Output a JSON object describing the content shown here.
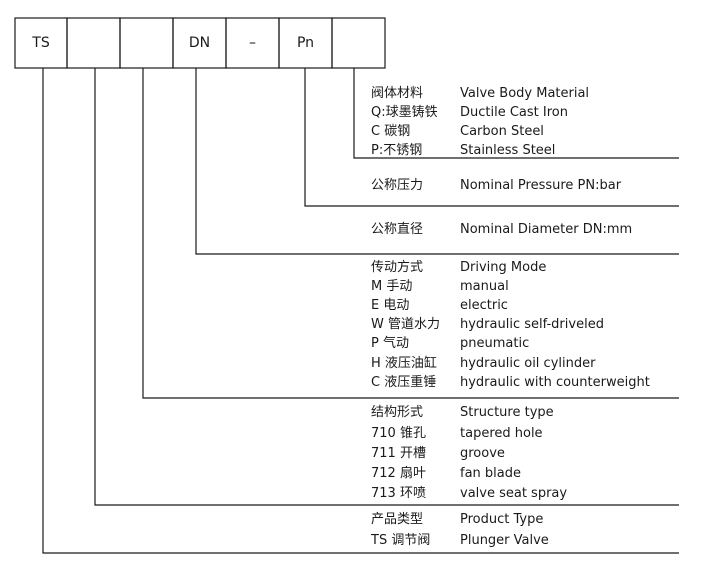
{
  "code_boxes": [
    "TS",
    "",
    "",
    "DN",
    "–",
    "Pn",
    ""
  ],
  "groups": [
    {
      "id": "material",
      "rows": [
        {
          "cn": "阀体材料",
          "en": "Valve Body Material"
        },
        {
          "cn": "Q:球墨铸铁",
          "en": "Ductile Cast Iron"
        },
        {
          "cn": "C 碳钢",
          "en": "Carbon Steel"
        },
        {
          "cn": "P:不锈钢",
          "en": "Stainless Steel"
        }
      ]
    },
    {
      "id": "pressure",
      "rows": [
        {
          "cn": "公称压力",
          "en": "Nominal Pressure PN:bar"
        }
      ]
    },
    {
      "id": "diameter",
      "rows": [
        {
          "cn": "公称直径",
          "en": "Nominal Diameter DN:mm"
        }
      ]
    },
    {
      "id": "driving",
      "rows": [
        {
          "cn": "传动方式",
          "en": "Driving Mode"
        },
        {
          "cn": "M 手动",
          "en": "manual"
        },
        {
          "cn": "E 电动",
          "en": "electric"
        },
        {
          "cn": "W 管道水力",
          "en": "hydraulic self-driveled"
        },
        {
          "cn": "P 气动",
          "en": "pneumatic"
        },
        {
          "cn": "H 液压油缸",
          "en": "hydraulic oil cylinder"
        },
        {
          "cn": "C 液压重锤",
          "en": "hydraulic with counterweight"
        }
      ]
    },
    {
      "id": "structure",
      "rows": [
        {
          "cn": "结构形式",
          "en": "Structure type"
        },
        {
          "cn": "710 锥孔",
          "en": "tapered hole"
        },
        {
          "cn": "711 开槽",
          "en": "groove"
        },
        {
          "cn": "712 扇叶",
          "en": "fan blade"
        },
        {
          "cn": "713 环喷",
          "en": "valve seat spray"
        }
      ]
    },
    {
      "id": "product",
      "rows": [
        {
          "cn": "产品类型",
          "en": "Product Type"
        },
        {
          "cn": "TS 调节阀",
          "en": "Plunger Valve"
        }
      ]
    }
  ]
}
